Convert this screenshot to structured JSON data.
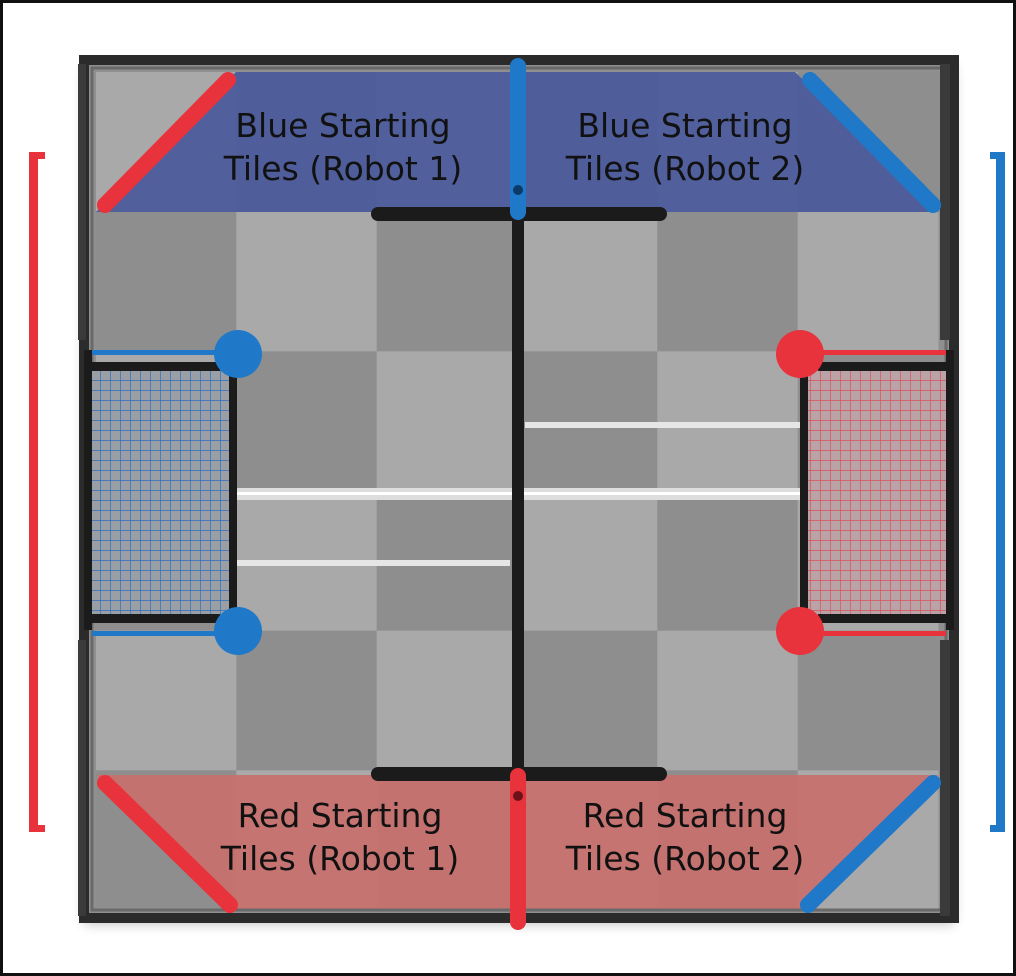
{
  "zones": {
    "blue_robot1": {
      "line1": "Blue Starting",
      "line2": "Tiles (Robot 1)"
    },
    "blue_robot2": {
      "line1": "Blue Starting",
      "line2": "Tiles (Robot 2)"
    },
    "red_robot1": {
      "line1": "Red Starting",
      "line2": "Tiles (Robot 1)"
    },
    "red_robot2": {
      "line1": "Red Starting",
      "line2": "Tiles (Robot 2)"
    }
  },
  "colors": {
    "blue_alliance": "#1f78c8",
    "red_alliance": "#e8323c",
    "blue_zone_fill": "#4a5a9c",
    "red_zone_fill": "#c9706c",
    "tile_light": "#a9a9a9",
    "tile_dark": "#8e8e8e",
    "frame": "#2b2b2b"
  },
  "icons": {
    "left_bracket": "red-alliance-bracket",
    "right_bracket": "blue-alliance-bracket",
    "left_goal": "blue-goal-net",
    "right_goal": "red-goal-net"
  }
}
